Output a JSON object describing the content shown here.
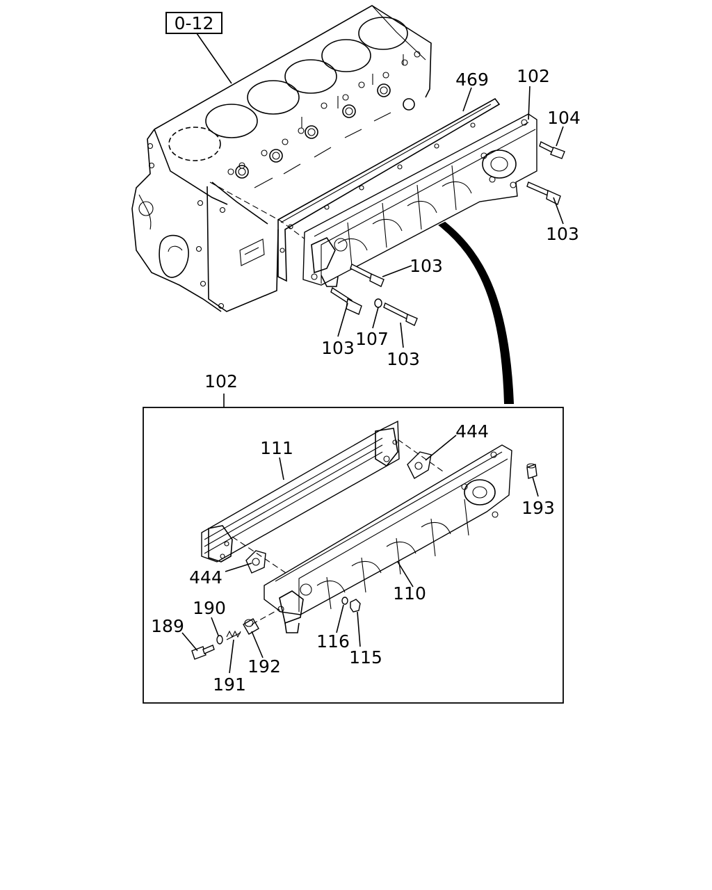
{
  "reference_box": "0-12",
  "callouts": {
    "c469": "469",
    "c102_top": "102",
    "c104": "104",
    "c103_right": "103",
    "c103_mid": "103",
    "c103_bl": "103",
    "c107": "107",
    "c103_br": "103",
    "c102_detail": "102",
    "c111": "111",
    "c444_top": "444",
    "c193": "193",
    "c444_left": "444",
    "c110": "110",
    "c190": "190",
    "c189": "189",
    "c116": "116",
    "c115": "115",
    "c192": "192",
    "c191": "191"
  }
}
